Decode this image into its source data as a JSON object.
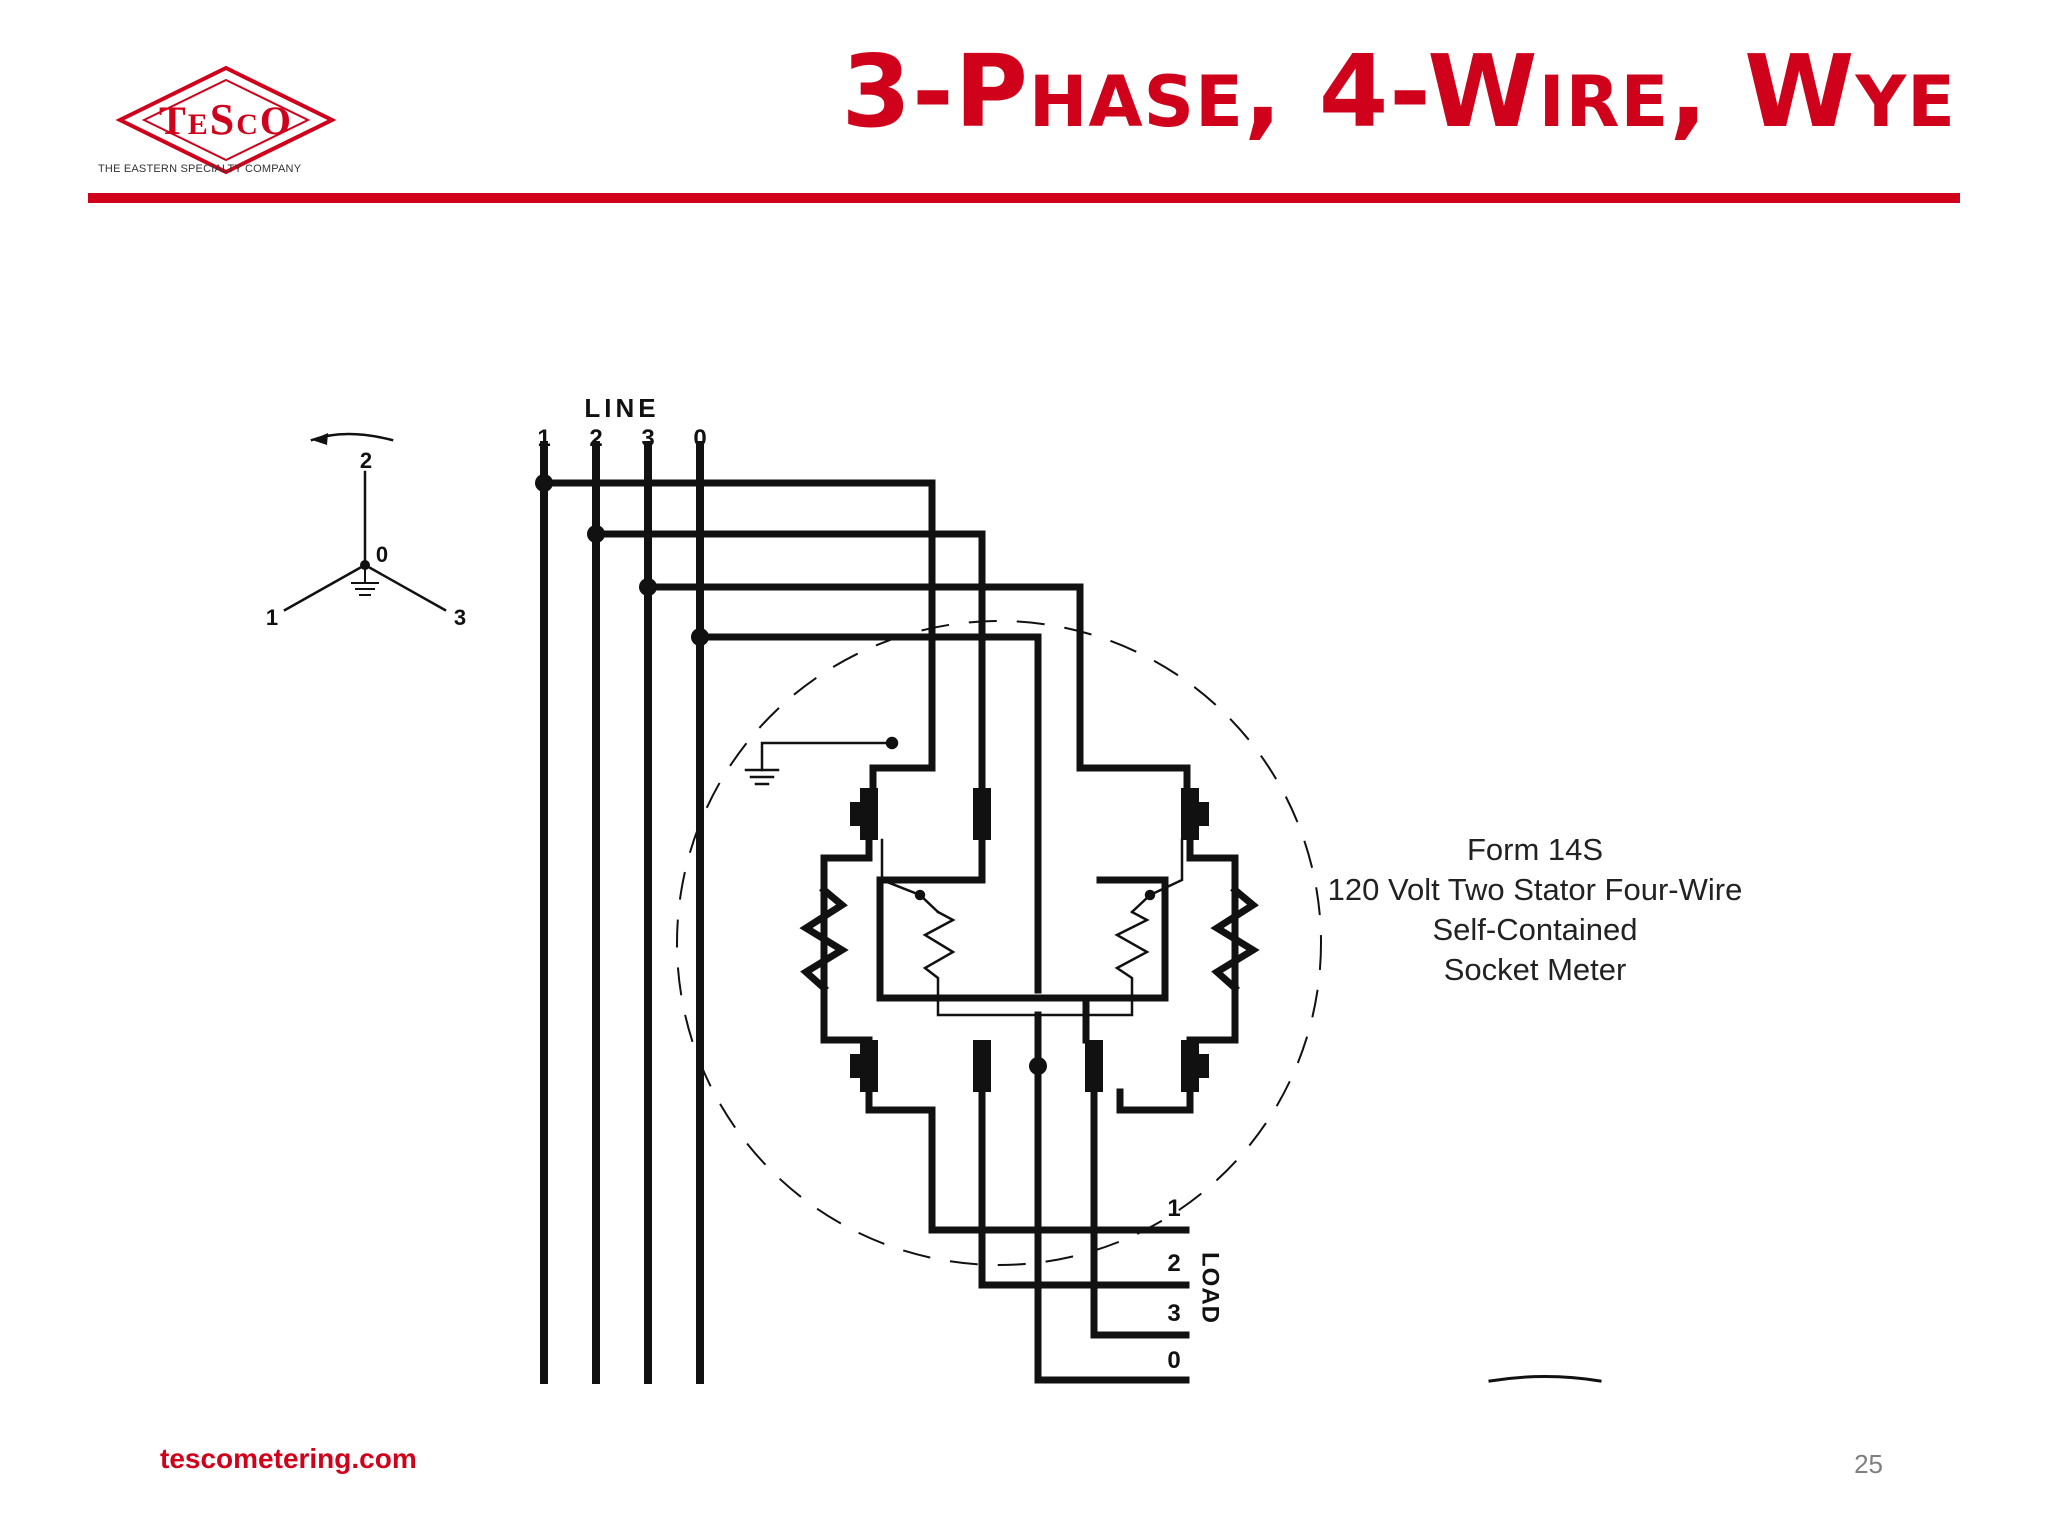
{
  "colors": {
    "brand_red": "#d0021b",
    "wire": "#111111",
    "page": "#ffffff"
  },
  "header": {
    "logo_text": "TESCO",
    "tagline": "THE EASTERN SPECIALTY COMPANY",
    "title": "3-Phase, 4-Wire, Wye"
  },
  "diagram": {
    "line_label": "LINE",
    "line_terminals": [
      "1",
      "2",
      "3",
      "0"
    ],
    "phasor_labels": {
      "top": "2",
      "neutral": "0",
      "left": "1",
      "right": "3"
    },
    "load_terminals": [
      "1",
      "2",
      "3",
      "0"
    ],
    "load_label": "LOAD",
    "caption": [
      "Form 14S",
      "120 Volt Two Stator Four-Wire",
      "Self-Contained",
      "Socket Meter"
    ]
  },
  "footer": {
    "url": "tescometering.com",
    "page_number": "25"
  }
}
